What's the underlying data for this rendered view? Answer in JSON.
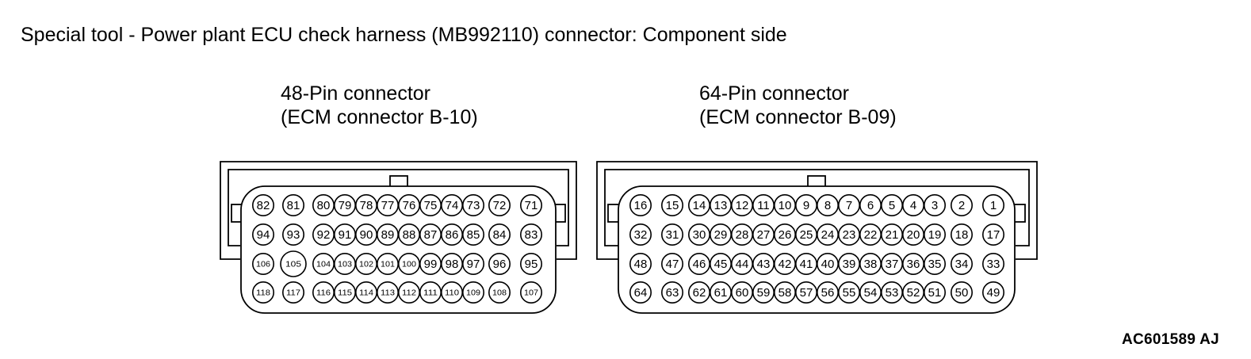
{
  "caption": "Special tool - Power plant ECU check harness (MB992110) connector: Component side",
  "connectors": [
    {
      "id": "c48",
      "title_line1": "48-Pin connector",
      "title_line2": "(ECM connector B-10)",
      "rows": [
        [
          "82",
          "81",
          "80",
          "79",
          "78",
          "77",
          "76",
          "75",
          "74",
          "73",
          "72",
          "71"
        ],
        [
          "94",
          "93",
          "92",
          "91",
          "90",
          "89",
          "88",
          "87",
          "86",
          "85",
          "84",
          "83"
        ],
        [
          "106",
          "105",
          "104",
          "103",
          "102",
          "101",
          "100",
          "99",
          "98",
          "97",
          "96",
          "95"
        ],
        [
          "118",
          "117",
          "116",
          "115",
          "114",
          "113",
          "112",
          "111",
          "110",
          "109",
          "108",
          "107"
        ]
      ]
    },
    {
      "id": "c64",
      "title_line1": "64-Pin connector",
      "title_line2": "(ECM connector B-09)",
      "rows": [
        [
          "16",
          "15",
          "14",
          "13",
          "12",
          "11",
          "10",
          "9",
          "8",
          "7",
          "6",
          "5",
          "4",
          "3",
          "2",
          "1"
        ],
        [
          "32",
          "31",
          "30",
          "29",
          "28",
          "27",
          "26",
          "25",
          "24",
          "23",
          "22",
          "21",
          "20",
          "19",
          "18",
          "17"
        ],
        [
          "48",
          "47",
          "46",
          "45",
          "44",
          "43",
          "42",
          "41",
          "40",
          "39",
          "38",
          "37",
          "36",
          "35",
          "34",
          "33"
        ],
        [
          "64",
          "63",
          "62",
          "61",
          "60",
          "59",
          "58",
          "57",
          "56",
          "55",
          "54",
          "53",
          "52",
          "51",
          "50",
          "49"
        ]
      ]
    }
  ],
  "figure_id": "AC601589 AJ"
}
